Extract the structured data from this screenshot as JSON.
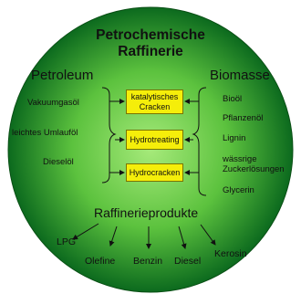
{
  "title": [
    "Petrochemische",
    "Raffinerie"
  ],
  "petroleum": {
    "heading": "Petroleum",
    "items": [
      "Vakuumgasöl",
      "leichtes Umlauföl",
      "Dieselöl"
    ]
  },
  "biomasse": {
    "heading": "Biomasse",
    "items": [
      "Bioöl",
      "Pflanzenöl",
      "Lignin",
      "wässrige",
      "Zuckerlösungen",
      "Glycerin"
    ]
  },
  "processes": [
    [
      "katalytisches",
      "Cracken"
    ],
    [
      "Hydrotreating"
    ],
    [
      "Hydrocracken"
    ]
  ],
  "products": {
    "heading": "Raffinerieprodukte",
    "items": [
      "LPG",
      "Olefine",
      "Benzin",
      "Diesel",
      "Kerosin"
    ]
  },
  "colors": {
    "circle_center": "#a6ea7a",
    "circle_edge": "#0c6a1e",
    "process_fill": "#f5ee0a"
  }
}
